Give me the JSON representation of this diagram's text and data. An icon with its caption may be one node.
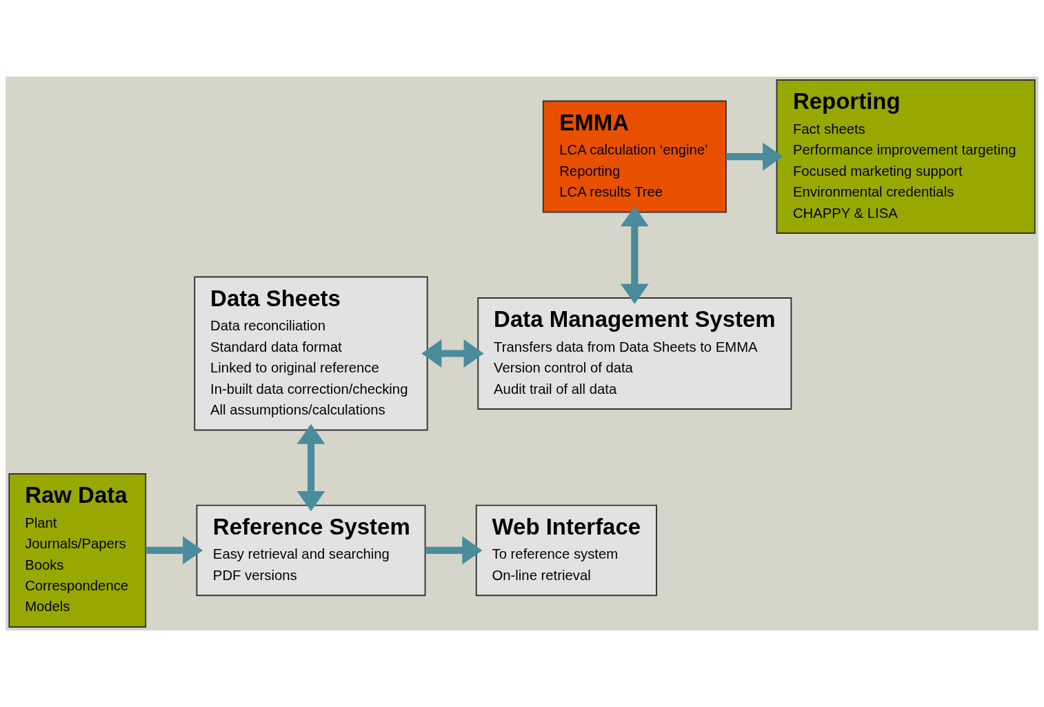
{
  "diagram": {
    "nodes": [
      {
        "text": [
          "Raw Data",
          "Plant",
          "Journals/Papers",
          "Books",
          "Correspondence",
          "Models"
        ]
      },
      {
        "text": [
          "Reference System",
          "Easy retrieval and searching",
          "PDF versions"
        ]
      },
      {
        "text": [
          "Web Interface",
          "To reference system",
          "On-line retrieval"
        ]
      },
      {
        "text": [
          "Data Sheets",
          "Data reconciliation",
          "Standard data format",
          "Linked to original reference",
          "In-built data correction/checking",
          "All assumptions/calculations"
        ]
      },
      {
        "text": [
          "Data Management System",
          "Transfers data from Data Sheets to EMMA",
          "Version control of data",
          "Audit trail of all data"
        ]
      },
      {
        "text": [
          "EMMA",
          "LCA calculation ‘engine’",
          "Reporting",
          "LCA results Tree"
        ]
      },
      {
        "text": [
          "Reporting",
          "Fact sheets",
          "Performance improvement targeting",
          "Focused marketing support",
          "Environmental credentials",
          "CHAPPY & LISA"
        ]
      }
    ],
    "edges": [
      {
        "from": 0,
        "to": 1,
        "arrow": "to"
      },
      {
        "from": 3,
        "to": 1,
        "arrow": "both"
      },
      {
        "from": 1,
        "to": 2,
        "arrow": "to"
      },
      {
        "from": 3,
        "to": 4,
        "arrow": "both"
      },
      {
        "from": 5,
        "to": 4,
        "arrow": "both"
      },
      {
        "from": 5,
        "to": 6,
        "arrow": "to"
      }
    ]
  }
}
